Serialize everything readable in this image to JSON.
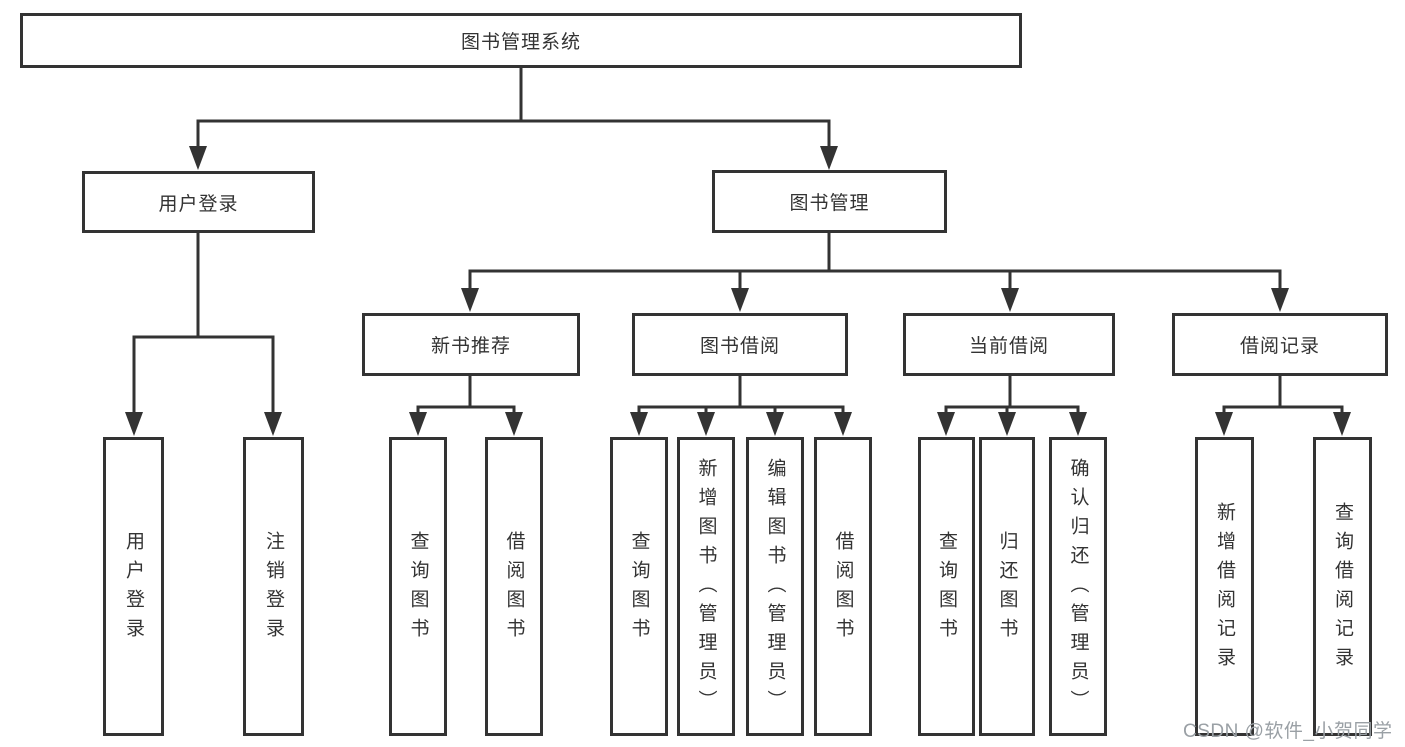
{
  "colors": {
    "line": "#333333",
    "box_border": "#333333",
    "text": "#333333",
    "watermark": "#9aa0a5",
    "background": "#ffffff"
  },
  "watermark": "CSDN @软件_小贺同学",
  "tree": {
    "root": "图书管理系统",
    "branches": [
      {
        "label": "用户登录",
        "leaves": [
          "用户登录",
          "注销登录"
        ]
      },
      {
        "label": "图书管理",
        "groups": [
          {
            "label": "新书推荐",
            "leaves": [
              "查询图书",
              "借阅图书"
            ]
          },
          {
            "label": "图书借阅",
            "leaves": [
              "查询图书",
              "新增图书（管理员）",
              "编辑图书（管理员）",
              "借阅图书"
            ]
          },
          {
            "label": "当前借阅",
            "leaves": [
              "查询图书",
              "归还图书",
              "确认归还（管理员）"
            ]
          },
          {
            "label": "借阅记录",
            "leaves": [
              "新增借阅记录",
              "查询借阅记录"
            ]
          }
        ]
      }
    ]
  }
}
